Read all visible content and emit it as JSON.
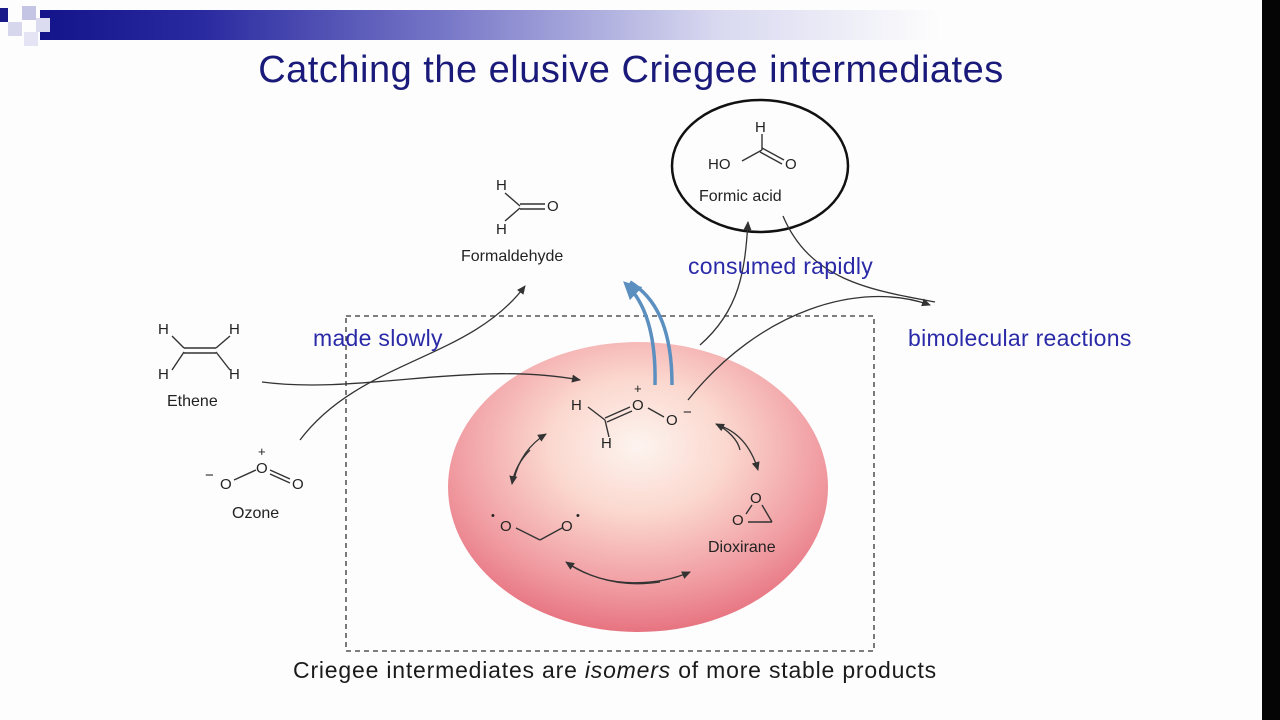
{
  "slide": {
    "title": "Catching the elusive Criegee intermediates",
    "caption_before": "Criegee intermediates are",
    "caption_emphasis": "isomers",
    "caption_after": "of more stable products"
  },
  "molecules": {
    "formaldehyde": {
      "name": "Formaldehyde",
      "h": "H",
      "o": "O"
    },
    "formic_acid": {
      "name": "Formic acid",
      "h": "H",
      "ho": "HO",
      "o": "O"
    },
    "ethene": {
      "name": "Ethene",
      "h": "H"
    },
    "ozone": {
      "name": "Ozone",
      "plus": "+",
      "minus": "−",
      "o": "O"
    },
    "criegee": {
      "h": "H",
      "o": "O",
      "plus": "+",
      "minus": "−"
    },
    "dioxirane": {
      "name": "Dioxirane",
      "o": "O"
    },
    "bisoxy": {
      "o": "O",
      "dot": "•"
    }
  },
  "annotations": {
    "made_slowly": "made slowly",
    "consumed_rapidly": "consumed rapidly",
    "bimolecular": "bimolecular reactions"
  },
  "colors": {
    "title": "#1a1a7a",
    "annotation": "#2a2aa8",
    "sphere": "#e8707e",
    "rising_arrow": "#5b8fc0",
    "banner": "#14148a"
  }
}
